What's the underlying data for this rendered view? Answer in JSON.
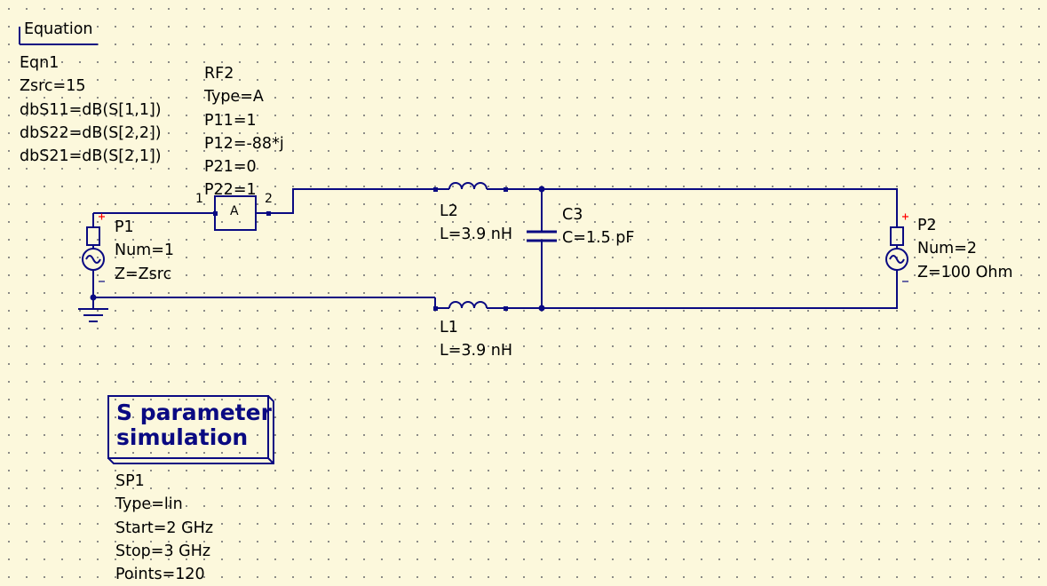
{
  "equation": {
    "header": "Equation",
    "lines": [
      "Eqn1",
      "Zsrc=15",
      "dbS11=dB(S[1,1])",
      "dbS22=dB(S[2,2])",
      "dbS21=dB(S[2,1])"
    ]
  },
  "rf2": {
    "lines": [
      "RF2",
      "Type=A",
      "P11=1",
      "P12=-88*j",
      "P21=0",
      "P22=1"
    ],
    "box_label": "A",
    "pin1": "1",
    "pin2": "2"
  },
  "p1": {
    "lines": [
      "P1",
      "Num=1",
      "Z=Zsrc"
    ]
  },
  "p2": {
    "lines": [
      "P2",
      "Num=2",
      "Z=100 Ohm"
    ]
  },
  "l2": {
    "lines": [
      "L2",
      "L=3.9 nH"
    ]
  },
  "l1": {
    "lines": [
      "L1",
      "L=3.9 nH"
    ]
  },
  "c3": {
    "lines": [
      "C3",
      "C=1.5 pF"
    ]
  },
  "sim": {
    "title_lines": [
      "S parameter",
      "simulation"
    ],
    "lines": [
      "SP1",
      "Type=lin",
      "Start=2 GHz",
      "Stop=3 GHz",
      "Points=120"
    ]
  },
  "colors": {
    "wire": "#0a0a82",
    "component": "#0a0a82",
    "port_plus": "#ff0000",
    "background": "#fcf8dc"
  }
}
